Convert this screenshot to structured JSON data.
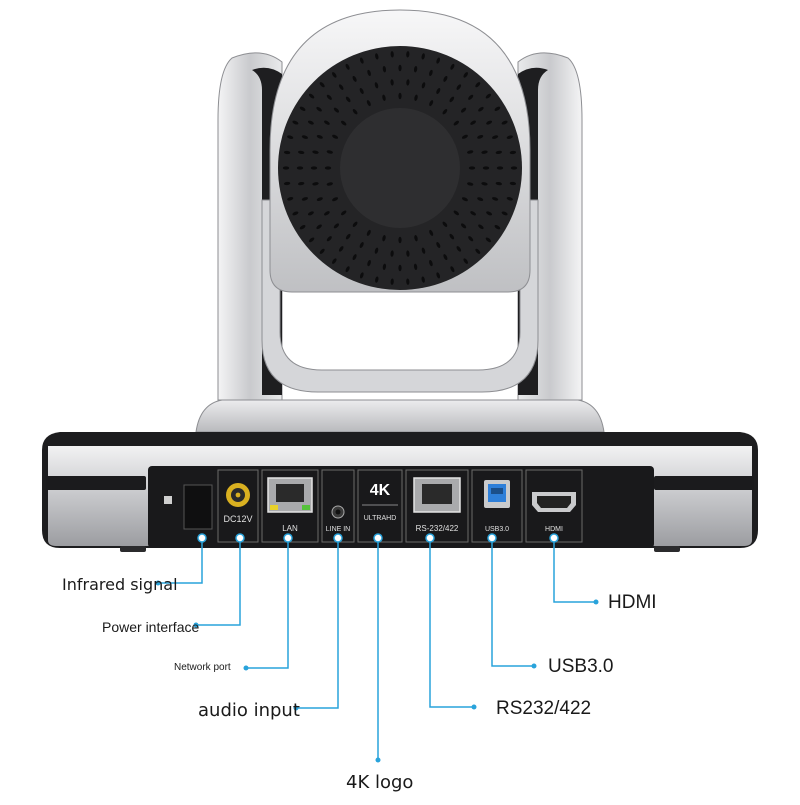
{
  "panel": {
    "power_label": "DC12V",
    "lan_label": "LAN",
    "line_in_label": "LINE IN",
    "badge_top": "4K",
    "badge_bottom": "ULTRAHD",
    "rs_label": "RS-232/422",
    "usb_label": "USB3.0",
    "hdmi_label": "HDMI"
  },
  "callouts": {
    "infrared": "Infrared signal",
    "power": "Power interface",
    "network": "Network port",
    "audio": "audio input",
    "logo_4k": "4K logo",
    "hdmi": "HDMI",
    "usb": "USB3.0",
    "rs232": "RS232/422"
  },
  "colors": {
    "leader": "#29a3db",
    "panel": "#1c1c1c",
    "silver": "#d9dadc",
    "port_gold": "#d9b020",
    "usb_blue": "#2e7fd9"
  }
}
